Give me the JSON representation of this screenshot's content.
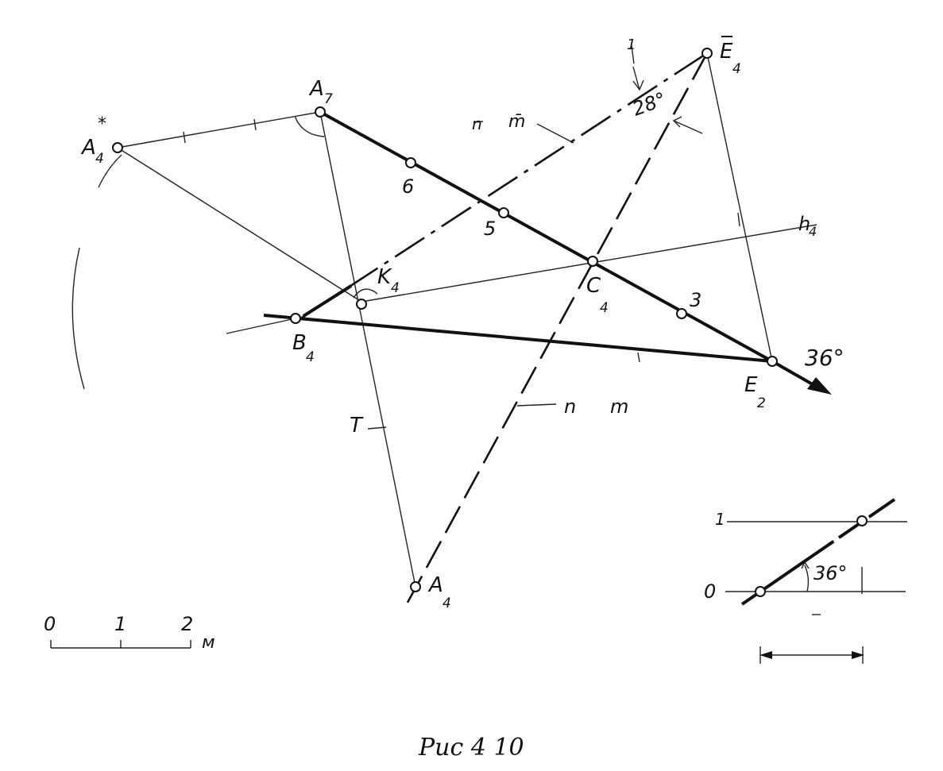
{
  "figure": {
    "caption": "Рис 4 10"
  },
  "labels": {
    "a4_star": "A",
    "a4_star_sub": "4",
    "a4_star_sup": "*",
    "a7": "A",
    "a7_sub": "7",
    "e4": "E",
    "e4_sub": "4",
    "k4": "K",
    "k4_sub": "4",
    "b4": "B",
    "b4_sub": "4",
    "c4": "C",
    "c4_sub": "4",
    "e2": "E",
    "e2_sub": "2",
    "a4": "A",
    "a4_sub": "4",
    "pt6": "6",
    "pt5": "5",
    "pt3": "3",
    "angle28": "28°",
    "angle36": "36°",
    "mark_1": "1",
    "m_bar": "m̄",
    "m_bar_n": "n",
    "h4": "h",
    "h4_sub": "4",
    "t_label": "T",
    "nm_n": "n",
    "nm_m": "m"
  },
  "scale": {
    "tick0": "0",
    "tick1": "1",
    "tick2": "2",
    "unit": "м"
  },
  "inset": {
    "label_1": "1",
    "label_0": "0",
    "angle": "36°"
  }
}
